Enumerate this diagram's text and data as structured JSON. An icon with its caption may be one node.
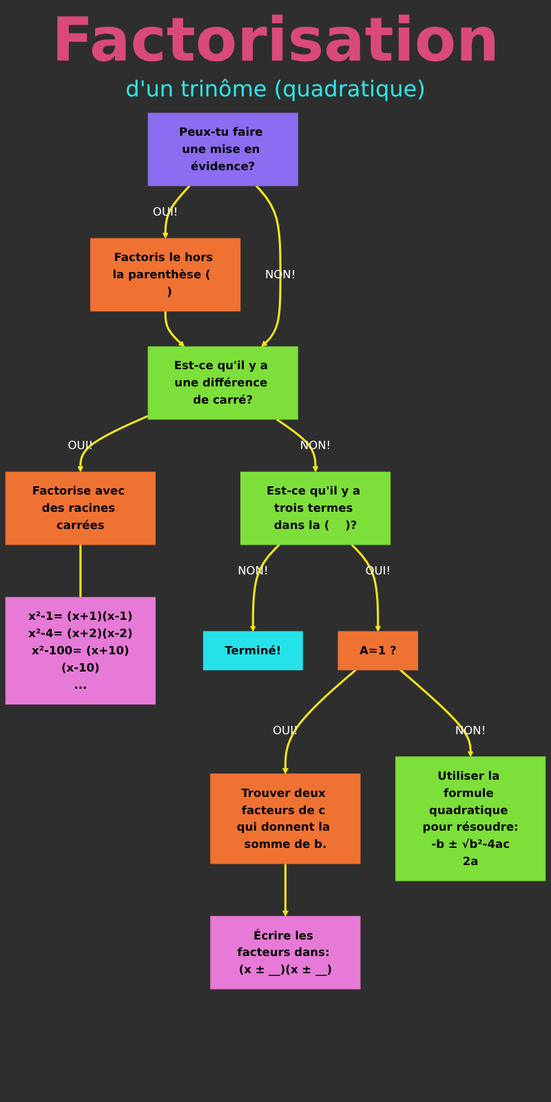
{
  "diagram": {
    "title": "Factorisation",
    "nodes": [
      {
        "text": [
          "Peux-tu faire une mise en évidence?"
        ]
      },
      {
        "text": [
          "Factoris le hors la parenthèse (    )"
        ]
      },
      {
        "text": [
          "Est-ce qu'il y a une différence de carré?"
        ]
      },
      {
        "text": [
          "Terminé!"
        ]
      },
      {
        "text": [
          "Est-ce qu'il y a trois termes dans la (    )?"
        ]
      },
      {
        "text": [
          "Factorise avec des racines carrées"
        ]
      },
      {
        "text": [
          "x²-1= (x+1)(x-1)",
          "x²-4= (x+2)(x-2)",
          "x²-100= (x+10)(x-10)",
          "..."
        ]
      },
      {
        "text": [
          "A=1 ?"
        ]
      },
      {
        "text": [
          "Trouver deux facteurs de c qui donnent la somme de b."
        ]
      },
      {
        "text": [
          "Utiliser la formule quadratique pour résoudre:",
          "-b ± √b²-4ac",
          "2a"
        ]
      },
      {
        "text": [
          "Écrire les facteurs dans: (x ± __)(x ± __)"
        ]
      }
    ],
    "edges": [
      {
        "from": 0,
        "to": 1,
        "arrow": "to",
        "label": "OUI!"
      },
      {
        "from": 0,
        "to": 2,
        "arrow": "to",
        "label": "NON!"
      },
      {
        "from": 1,
        "to": 2,
        "arrow": "to"
      },
      {
        "from": 2,
        "to": 5,
        "arrow": "to",
        "label": "OUI!"
      },
      {
        "from": 2,
        "to": 4,
        "arrow": "to",
        "label": "NON!"
      },
      {
        "from": 4,
        "to": 3,
        "arrow": "to",
        "label": "NON!"
      },
      {
        "from": 4,
        "to": 7,
        "arrow": "to",
        "label": "OUI!"
      },
      {
        "from": 5,
        "to": 6,
        "arrow": "none"
      },
      {
        "from": 7,
        "to": 8,
        "arrow": "to",
        "label": "OUI!"
      },
      {
        "from": 7,
        "to": 9,
        "arrow": "to",
        "label": "NON!"
      },
      {
        "from": 8,
        "to": 10,
        "arrow": "to"
      }
    ],
    "labels": [
      "d'un trinôme (quadratique)"
    ]
  }
}
